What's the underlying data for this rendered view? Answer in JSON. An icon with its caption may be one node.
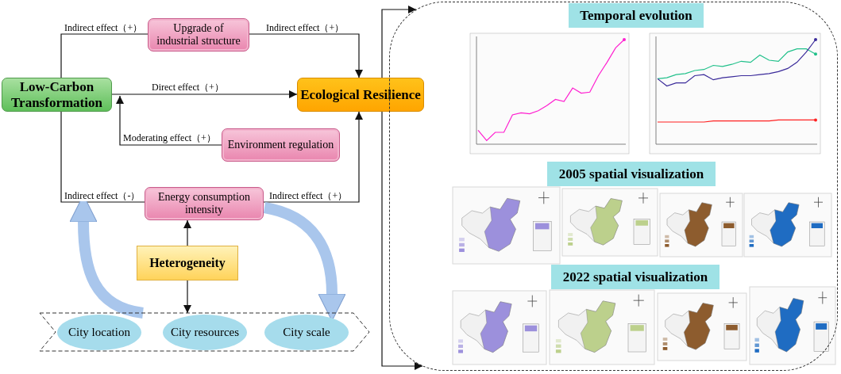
{
  "diagram": {
    "nodes": [
      {
        "text": [
          "Low-Carbon Transformation"
        ]
      },
      {
        "text": [
          "Upgrade of industrial structure"
        ]
      },
      {
        "text": [
          "Ecological Resilience"
        ]
      },
      {
        "text": [
          "Environment regulation"
        ]
      },
      {
        "text": [
          "Energy consumption intensity"
        ]
      },
      {
        "text": [
          "Heterogeneity"
        ]
      },
      {
        "text": [],
        "shape": "band"
      },
      {
        "text": [
          "City location"
        ],
        "in": 6
      },
      {
        "text": [
          "City resources"
        ],
        "in": 6
      },
      {
        "text": [
          "City scale"
        ],
        "in": 6
      },
      {
        "text": [],
        "shape": "box"
      },
      {
        "text": [
          "Temporal evolution"
        ],
        "in": 10
      },
      {
        "text": [
          "2005 spatial visualization"
        ],
        "in": 10
      },
      {
        "text": [
          "2022 spatial visualization"
        ],
        "in": 10
      }
    ],
    "edges": [
      {
        "from": 0,
        "to": 1,
        "arrow": "none",
        "label": "Indirect effect（+）"
      },
      {
        "from": 1,
        "to": 2,
        "arrow": "to",
        "label": "Indirect effect（+）"
      },
      {
        "from": 0,
        "to": 2,
        "arrow": "to",
        "label": "Direct effect（+）"
      },
      {
        "from": 3,
        "to": 0,
        "arrow": "to",
        "label": "Moderating effect（+）"
      },
      {
        "from": 0,
        "to": 4,
        "arrow": "none",
        "label": "Indirect effect（-）"
      },
      {
        "from": 4,
        "to": 2,
        "arrow": "to",
        "label": "Indirect effect（+）"
      },
      {
        "from": 5,
        "to": 4,
        "arrow": "to"
      },
      {
        "from": 5,
        "to": 6,
        "arrow": "to"
      },
      {
        "from": 2,
        "to": 10,
        "arrow": "to"
      },
      {
        "from": 2,
        "to": 10,
        "arrow": "to"
      },
      {
        "from": 4,
        "to": 6,
        "arrow": "to",
        "style": "thick",
        "color": "#a9c6ec"
      },
      {
        "from": 6,
        "to": null,
        "arrow": "to",
        "style": "thick",
        "color": "#a9c6ec"
      }
    ]
  }
}
